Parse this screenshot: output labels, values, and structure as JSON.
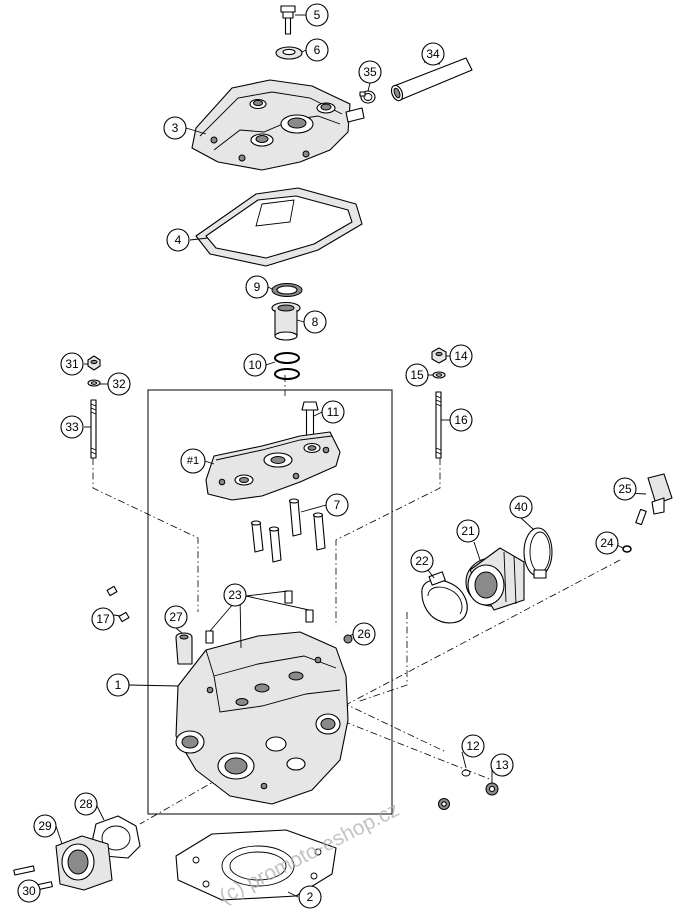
{
  "callouts": [
    {
      "id": "c5",
      "label": "5"
    },
    {
      "id": "c6",
      "label": "6"
    },
    {
      "id": "c3",
      "label": "3"
    },
    {
      "id": "c35",
      "label": "35"
    },
    {
      "id": "c34",
      "label": "34"
    },
    {
      "id": "c4",
      "label": "4"
    },
    {
      "id": "c9",
      "label": "9"
    },
    {
      "id": "c8",
      "label": "8"
    },
    {
      "id": "c10",
      "label": "10"
    },
    {
      "id": "c31",
      "label": "31"
    },
    {
      "id": "c32",
      "label": "32"
    },
    {
      "id": "c33",
      "label": "33"
    },
    {
      "id": "c14",
      "label": "14"
    },
    {
      "id": "c15",
      "label": "15"
    },
    {
      "id": "c16",
      "label": "16"
    },
    {
      "id": "c11",
      "label": "11"
    },
    {
      "id": "c1s",
      "label": "#1"
    },
    {
      "id": "c7",
      "label": "7"
    },
    {
      "id": "c25",
      "label": "25"
    },
    {
      "id": "c40",
      "label": "40"
    },
    {
      "id": "c21",
      "label": "21"
    },
    {
      "id": "c24",
      "label": "24"
    },
    {
      "id": "c22",
      "label": "22"
    },
    {
      "id": "c17",
      "label": "17"
    },
    {
      "id": "c23",
      "label": "23"
    },
    {
      "id": "c27",
      "label": "27"
    },
    {
      "id": "c26",
      "label": "26"
    },
    {
      "id": "c1",
      "label": "1"
    },
    {
      "id": "c12",
      "label": "12"
    },
    {
      "id": "c13",
      "label": "13"
    },
    {
      "id": "c28",
      "label": "28"
    },
    {
      "id": "c29",
      "label": "29"
    },
    {
      "id": "c30",
      "label": "30"
    },
    {
      "id": "c2",
      "label": "2"
    }
  ],
  "watermark": "(c) promoto-eshop.cz"
}
